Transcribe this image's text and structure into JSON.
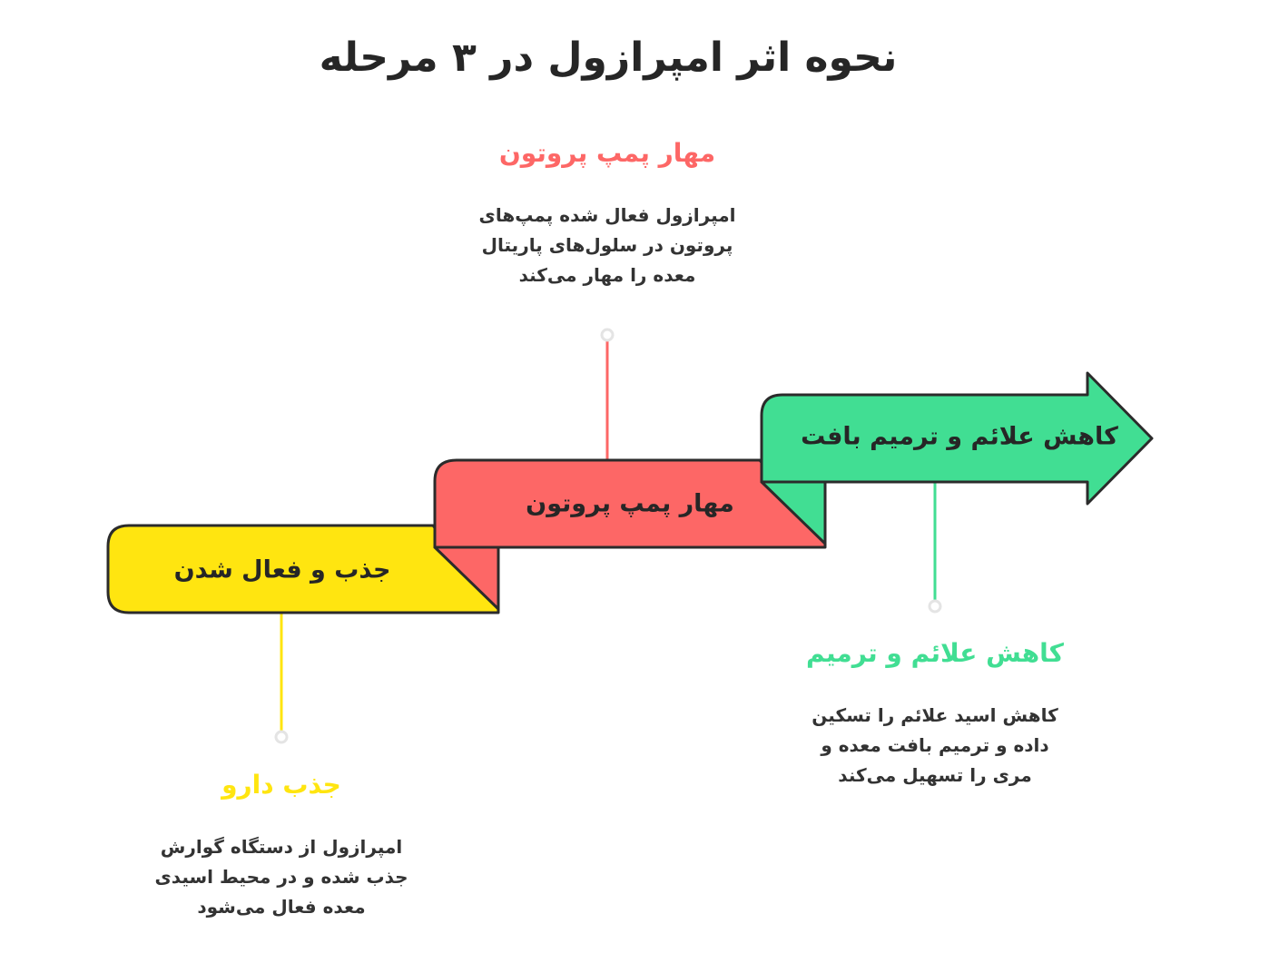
{
  "title": "نحوه اثر امپرازول در ۳ مرحله",
  "colors": {
    "stage1": "#ffe510",
    "stage2": "#fd6766",
    "stage3": "#41de93",
    "outline": "#2b2b2b",
    "text": "#262626"
  },
  "stages": [
    {
      "label": "جذب و فعال شدن",
      "heading": "جذب دارو",
      "description_lines": [
        "امپرازول از دستگاه گوارش",
        "جذب شده و در محیط اسیدی",
        "معده فعال می‌شود"
      ]
    },
    {
      "label": "مهار پمپ پروتون",
      "heading": "مهار پمپ پروتون",
      "description_lines": [
        "امپرازول فعال شده پمپ‌های",
        "پروتون در سلول‌های پاریتال",
        "معده را مهار می‌کند"
      ]
    },
    {
      "label": "کاهش علائم و ترمیم بافت",
      "heading": "کاهش علائم و ترمیم",
      "description_lines": [
        "کاهش اسید علائم را تسکین",
        "داده و ترمیم بافت معده و",
        "مری را تسهیل می‌کند"
      ]
    }
  ]
}
